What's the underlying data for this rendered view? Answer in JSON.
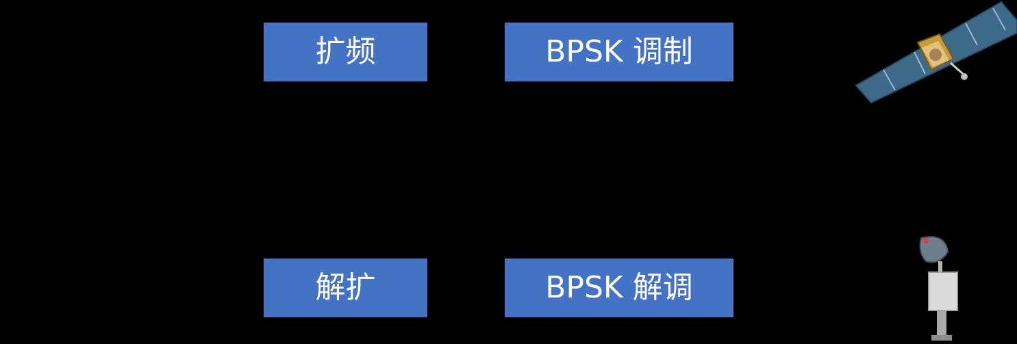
{
  "diagram": {
    "blocks": {
      "spread": "扩频",
      "bpsk_mod": "BPSK 调制",
      "despread": "解扩",
      "bpsk_demod": "BPSK 解调"
    }
  },
  "colors": {
    "background": "#000000",
    "block_fill": "#4472C4",
    "block_text": "#FFFFFF"
  },
  "icons": {
    "satellite": "satellite-icon",
    "receiver": "receiver-antenna-icon"
  }
}
